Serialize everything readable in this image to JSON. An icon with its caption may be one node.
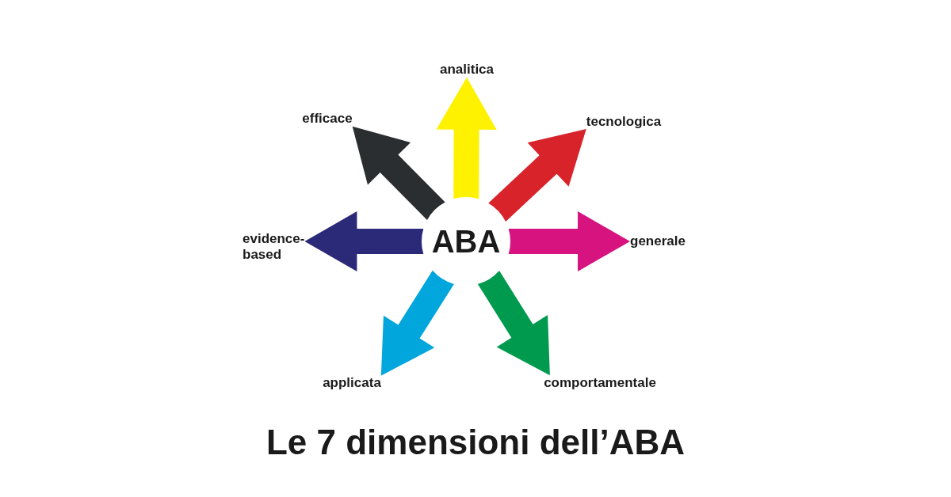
{
  "diagram": {
    "title": "Le 7 dimensioni dell’ABA",
    "nodes": [
      {
        "text": [
          "analitica"
        ]
      },
      {
        "text": [
          "efficace"
        ]
      },
      {
        "text": [
          "tecnologica"
        ]
      },
      {
        "text": [
          "evidence-based"
        ]
      },
      {
        "text": [
          "ABA"
        ]
      },
      {
        "text": [
          "generale"
        ]
      },
      {
        "text": [
          "applicata"
        ]
      },
      {
        "text": [
          "comportamentale"
        ]
      }
    ],
    "edges": [
      {
        "from": 4,
        "to": 0,
        "arrow": "to",
        "color": "#fff200"
      },
      {
        "from": 4,
        "to": 1,
        "arrow": "to",
        "color": "#2b2e30"
      },
      {
        "from": 4,
        "to": 2,
        "arrow": "to",
        "color": "#d8232a"
      },
      {
        "from": 4,
        "to": 3,
        "arrow": "to",
        "color": "#2a2a78"
      },
      {
        "from": 4,
        "to": 5,
        "arrow": "to",
        "color": "#d6137f"
      },
      {
        "from": 4,
        "to": 6,
        "arrow": "to",
        "color": "#00a6dc"
      },
      {
        "from": 4,
        "to": 7,
        "arrow": "to",
        "color": "#009a4e"
      }
    ]
  }
}
